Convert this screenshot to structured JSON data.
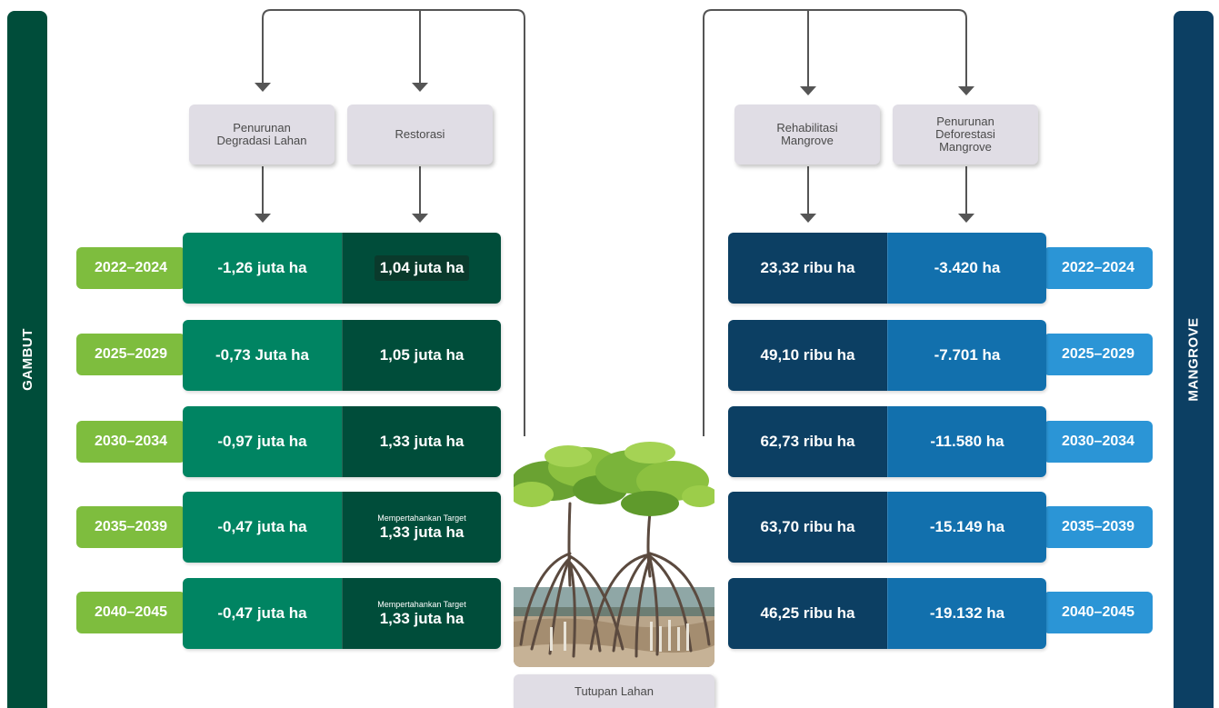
{
  "gambut": {
    "label": "GAMBUT",
    "categories": [
      "Penurunan\nDegradasi Lahan",
      "Restorasi"
    ],
    "rows": [
      {
        "year": "2022–2024",
        "c1": "-1,26 juta ha",
        "note": "",
        "c2": "1,04 juta ha"
      },
      {
        "year": "2025–2029",
        "c1": "-0,73 Juta ha",
        "note": "",
        "c2": "1,05 juta ha"
      },
      {
        "year": "2030–2034",
        "c1": "-0,97 juta ha",
        "note": "",
        "c2": "1,33 juta ha"
      },
      {
        "year": "2035–2039",
        "c1": "-0,47 juta ha",
        "note": "Mempertahankan Target",
        "c2": "1,33 juta ha"
      },
      {
        "year": "2040–2045",
        "c1": "-0,47 juta ha",
        "note": "Mempertahankan Target",
        "c2": "1,33 juta ha"
      }
    ]
  },
  "mangrove": {
    "label": "MANGROVE",
    "categories": [
      "Rehabilitasi\nMangrove",
      "Penurunan\nDeforestasi\nMangrove"
    ],
    "rows": [
      {
        "year": "2022–2024",
        "c1": "23,32 ribu ha",
        "c2": "-3.420 ha"
      },
      {
        "year": "2025–2029",
        "c1": "49,10 ribu ha",
        "c2": "-7.701 ha"
      },
      {
        "year": "2030–2034",
        "c1": "62,73 ribu ha",
        "c2": "-11.580 ha"
      },
      {
        "year": "2035–2039",
        "c1": "63,70 ribu ha",
        "c2": "-15.149 ha"
      },
      {
        "year": "2040–2045",
        "c1": "46,25 ribu ha",
        "c2": "-19.132 ha"
      }
    ]
  },
  "center": {
    "image": "mangrove-tree-illustration",
    "label": "Tutupan Lahan"
  },
  "colors": {
    "gambut_dark": "#004d3a",
    "gambut_mid": "#008462",
    "gambut_year": "#7ebd3e",
    "mangrove_dark": "#0c3f63",
    "mangrove_mid": "#1270ad",
    "mangrove_year": "#2b95d6",
    "category_box": "#e0dde5"
  }
}
